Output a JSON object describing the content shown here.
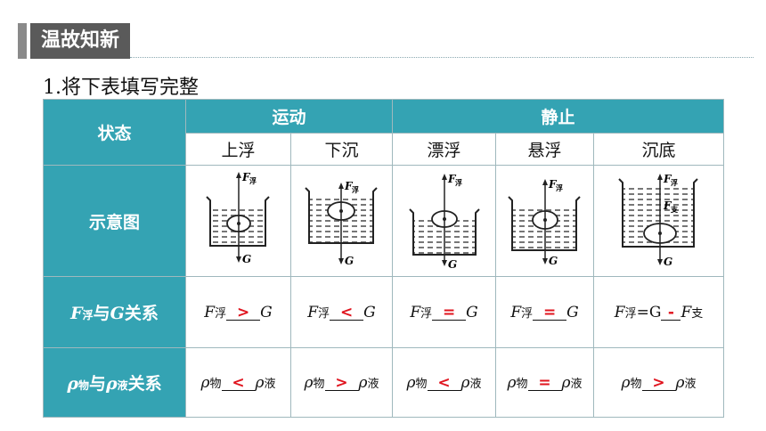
{
  "header": {
    "title": "温故知新"
  },
  "subtitle": "1.将下表填写完整",
  "table": {
    "state_label": "状态",
    "group_motion": "运动",
    "group_static": "静止",
    "states": [
      "上浮",
      "下沉",
      "漂浮",
      "悬浮",
      "沉底"
    ],
    "diagram_label": "示意图",
    "force_row": {
      "label_F": "F",
      "label_fu": "浮",
      "label_and": "与",
      "label_G": "G",
      "label_rel": "关系",
      "answers": [
        ">",
        "<",
        "=",
        "=",
        "-"
      ]
    },
    "density_row": {
      "label_rho": "ρ",
      "label_wu": "物",
      "label_and": "与",
      "label_ye": "液",
      "label_rel": "关系",
      "answers": [
        "<",
        ">",
        "<",
        "=",
        ">"
      ]
    },
    "sym": {
      "F": "F",
      "G": "G",
      "fu": "浮",
      "zhi": "支",
      "rho": "ρ",
      "wu": "物",
      "ye": "液",
      "eqG": "=G"
    }
  },
  "colors": {
    "header_bg": "#5a5a5a",
    "table_header": "#34a3b3",
    "answer": "#e0141e"
  }
}
